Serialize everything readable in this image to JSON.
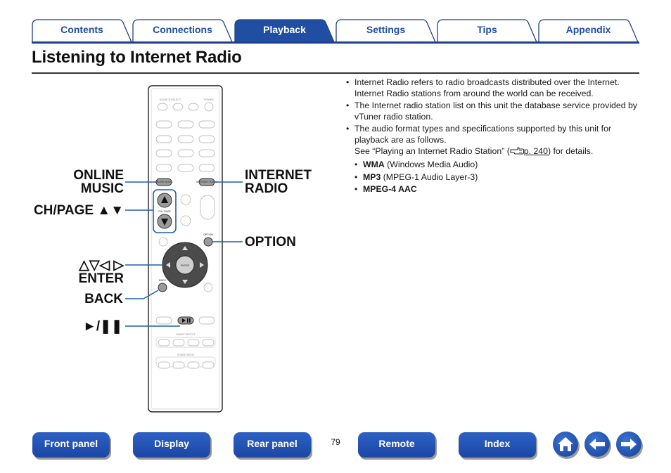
{
  "tabs": [
    {
      "label": "Contents",
      "active": false
    },
    {
      "label": "Connections",
      "active": false
    },
    {
      "label": "Playback",
      "active": true
    },
    {
      "label": "Settings",
      "active": false
    },
    {
      "label": "Tips",
      "active": false
    },
    {
      "label": "Appendix",
      "active": false
    }
  ],
  "title": "Listening to Internet Radio",
  "remote": {
    "callouts": {
      "online_music_1": "ONLINE",
      "online_music_2": "MUSIC",
      "ch_page": "CH/PAGE ▲▼",
      "cursor": "△▽◁ ▷",
      "enter": "ENTER",
      "back": "BACK",
      "play_pause": "►/❚❚",
      "internet_radio_1": "INTERNET",
      "internet_radio_2": "RADIO",
      "option": "OPTION"
    },
    "labels": {
      "source_select": "SOURCE SELECT",
      "power": "POWER",
      "online_music_key": "ONLINE MUSIC",
      "internet_radio_key": "INTERNET RADIO",
      "ch_page_key": "CH / PAGE",
      "option_key": "OPTION",
      "enter_key": "ENTER",
      "back_key": "BACK",
      "smart_select": "SMART SELECT",
      "sound_mode": "SOUND MODE"
    }
  },
  "body": {
    "bullet1": "Internet Radio refers to radio broadcasts distributed over the Internet. Internet Radio stations from around the world can be received.",
    "bullet2": "The Internet radio station list on this unit the database service provided by vTuner radio station.",
    "bullet3": "The audio format types and specifications supported by this unit for playback are as follows.",
    "see_prefix": "See “Playing an Internet Radio Station” (",
    "see_link": "p. 240",
    "see_suffix": ") for details.",
    "formats": [
      {
        "name": "WMA",
        "desc": " (Windows Media Audio)"
      },
      {
        "name": "MP3",
        "desc": " (MPEG-1 Audio Layer-3)"
      },
      {
        "name": "MPEG-4 AAC",
        "desc": ""
      }
    ]
  },
  "nav": {
    "front_panel": "Front panel",
    "display": "Display",
    "rear_panel": "Rear panel",
    "page_number": "79",
    "remote": "Remote",
    "index": "Index"
  },
  "colors": {
    "accent": "#1f4ea3",
    "tab_border": "#1f3f8f",
    "callout_line": "#1f5fb0"
  },
  "icons": [
    "home-icon",
    "back-arrow-icon",
    "forward-arrow-icon",
    "reference-hand-icon"
  ]
}
